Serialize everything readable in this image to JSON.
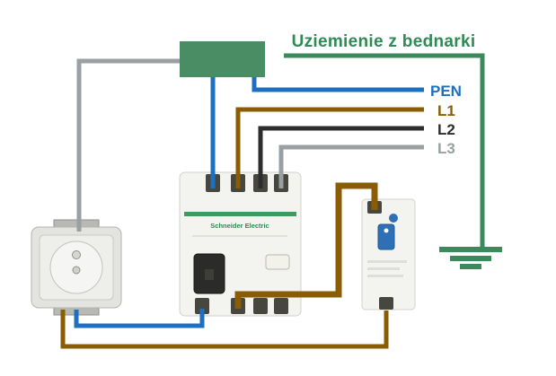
{
  "title": {
    "text": "Uziemienie z bednarki"
  },
  "colors": {
    "background": "#ffffff",
    "title_green": "#2f8a55",
    "ground_green": "#3a8a5c",
    "busbar_green": "#4a8c64"
  },
  "wires": {
    "pen": {
      "label": "PEN",
      "color": "#1d6fc0"
    },
    "l1": {
      "label": "L1",
      "color": "#8a5c04"
    },
    "l2": {
      "label": "L2",
      "color": "#2d2d2d"
    },
    "l3": {
      "label": "L3",
      "color": "#9aa0a2"
    }
  },
  "devices": {
    "rcd": {
      "brand": "Schneider Electric"
    }
  }
}
